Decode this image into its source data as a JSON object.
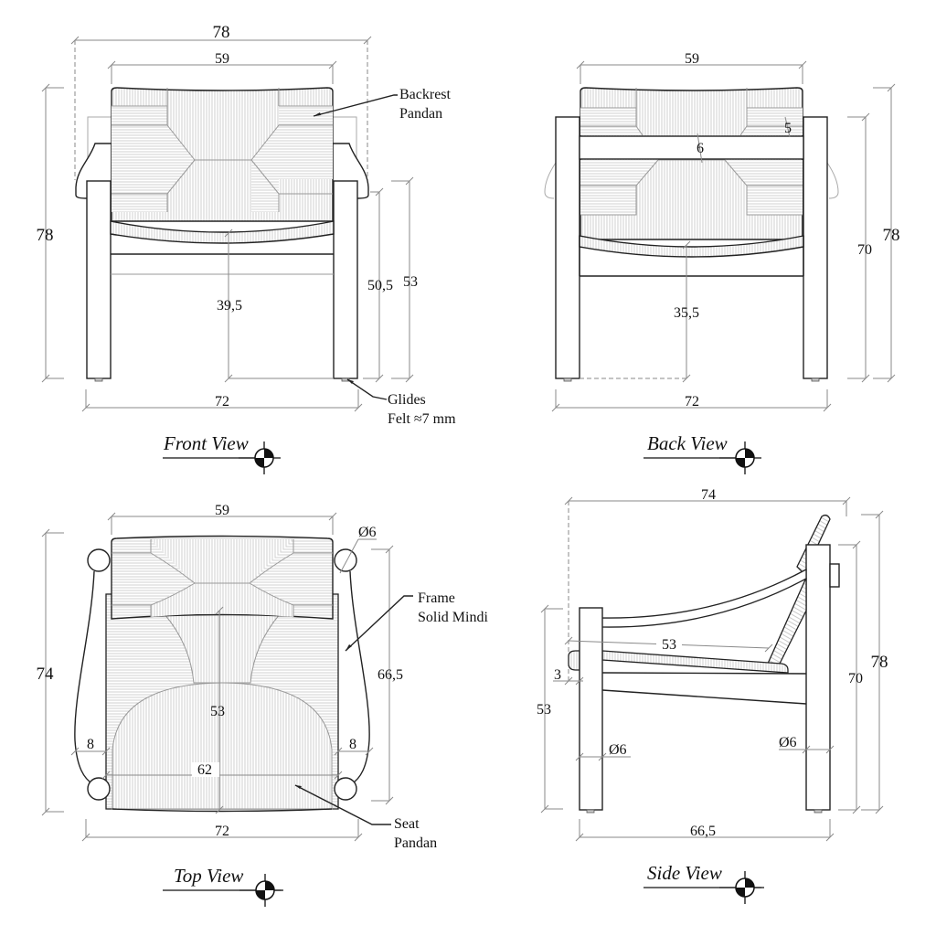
{
  "views": {
    "front": {
      "title": "Front View",
      "dims": {
        "overall_width": "78",
        "backrest_width": "59",
        "overall_height": "78",
        "seat_height_front": "39,5",
        "arm_height": "50,5",
        "arm_top_height": "53",
        "leg_span": "72"
      },
      "callouts": {
        "backrest_line1": "Backrest",
        "backrest_line2": "Pandan",
        "glides_line1": "Glides",
        "glides_line2": "Felt ≈7 mm"
      }
    },
    "back": {
      "title": "Back View",
      "dims": {
        "backrest_width": "59",
        "rail_offset": "5",
        "rail_height": "6",
        "seat_height_back": "35,5",
        "frame_height": "70",
        "overall_height": "78",
        "leg_span": "72"
      }
    },
    "top": {
      "title": "Top View",
      "dims": {
        "backrest_width": "59",
        "post_diameter": "Ø6",
        "overall_depth": "74",
        "frame_depth": "66,5",
        "seat_depth": "53",
        "arm_left": "8",
        "arm_right": "8",
        "seat_width": "62",
        "overall_width": "72"
      },
      "callouts": {
        "frame_line1": "Frame",
        "frame_line2": "Solid Mindi",
        "seat_line1": "Seat",
        "seat_line2": "Pandan"
      }
    },
    "side": {
      "title": "Side View",
      "dims": {
        "overall_depth": "74",
        "seat_depth": "53",
        "overhang": "3",
        "front_height": "53",
        "frame_height": "70",
        "overall_height": "78",
        "leg_diam_front": "Ø6",
        "leg_diam_back": "Ø6",
        "leg_span": "66,5"
      }
    }
  },
  "symbols": {
    "view_marker": "section-view-marker-icon"
  },
  "colors": {
    "line": "#222222",
    "dimension": "#8a8a8a",
    "weave": "#bdbdbd",
    "background": "#ffffff"
  }
}
